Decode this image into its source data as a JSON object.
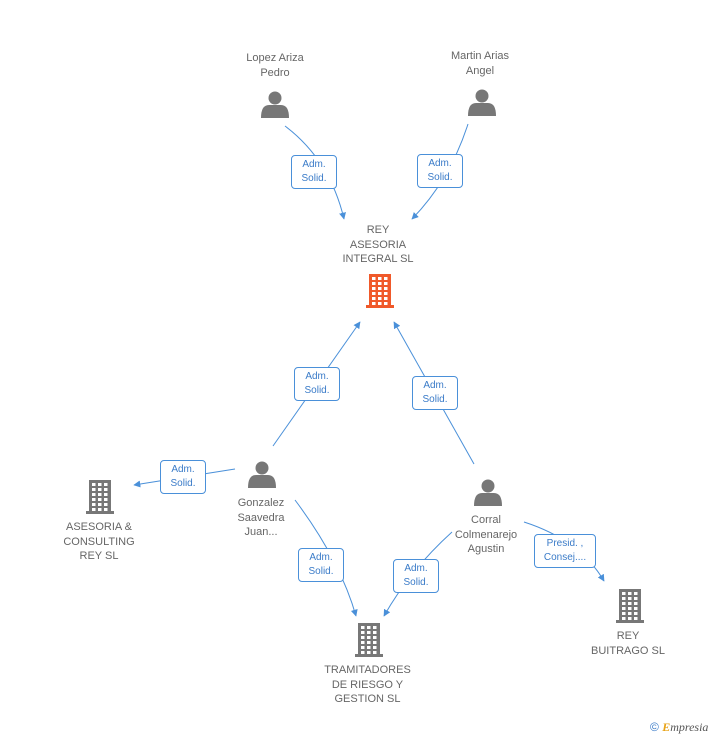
{
  "nodes": {
    "lopez": {
      "label": "Lopez Ariza\nPedro",
      "type": "person"
    },
    "martin": {
      "label": "Martin Arias\nAngel",
      "type": "person"
    },
    "rey_asesoria": {
      "label": "REY\nASESORIA\nINTEGRAL SL",
      "type": "company",
      "highlight": true,
      "color": "#f0592a"
    },
    "gonzalez": {
      "label": "Gonzalez\nSaavedra\nJuan...",
      "type": "person"
    },
    "corral": {
      "label": "Corral\nColmenarejo\nAgustin",
      "type": "person"
    },
    "asesoria_consulting": {
      "label": "ASESORIA &\nCONSULTING\nREY SL",
      "type": "company"
    },
    "tramitadores": {
      "label": "TRAMITADORES\nDE RIESGO Y\nGESTION SL",
      "type": "company"
    },
    "rey_buitrago": {
      "label": "REY\nBUITRAGO SL",
      "type": "company"
    }
  },
  "edges": [
    {
      "from": "lopez",
      "to": "rey_asesoria",
      "label": "Adm.\nSolid."
    },
    {
      "from": "martin",
      "to": "rey_asesoria",
      "label": "Adm.\nSolid."
    },
    {
      "from": "gonzalez",
      "to": "rey_asesoria",
      "label": "Adm.\nSolid."
    },
    {
      "from": "corral",
      "to": "rey_asesoria",
      "label": "Adm.\nSolid."
    },
    {
      "from": "gonzalez",
      "to": "asesoria_consulting",
      "label": "Adm.\nSolid."
    },
    {
      "from": "gonzalez",
      "to": "tramitadores",
      "label": "Adm.\nSolid."
    },
    {
      "from": "corral",
      "to": "tramitadores",
      "label": "Adm.\nSolid."
    },
    {
      "from": "corral",
      "to": "rey_buitrago",
      "label": "Presid. ,\nConsej...."
    }
  ],
  "colors": {
    "edge": "#4a90d9",
    "person_icon": "#777777",
    "company_icon": "#777777",
    "highlight_company": "#f0592a"
  },
  "footer": {
    "copyright": "©",
    "brand_e": "E",
    "brand_rest": "mpresia"
  }
}
